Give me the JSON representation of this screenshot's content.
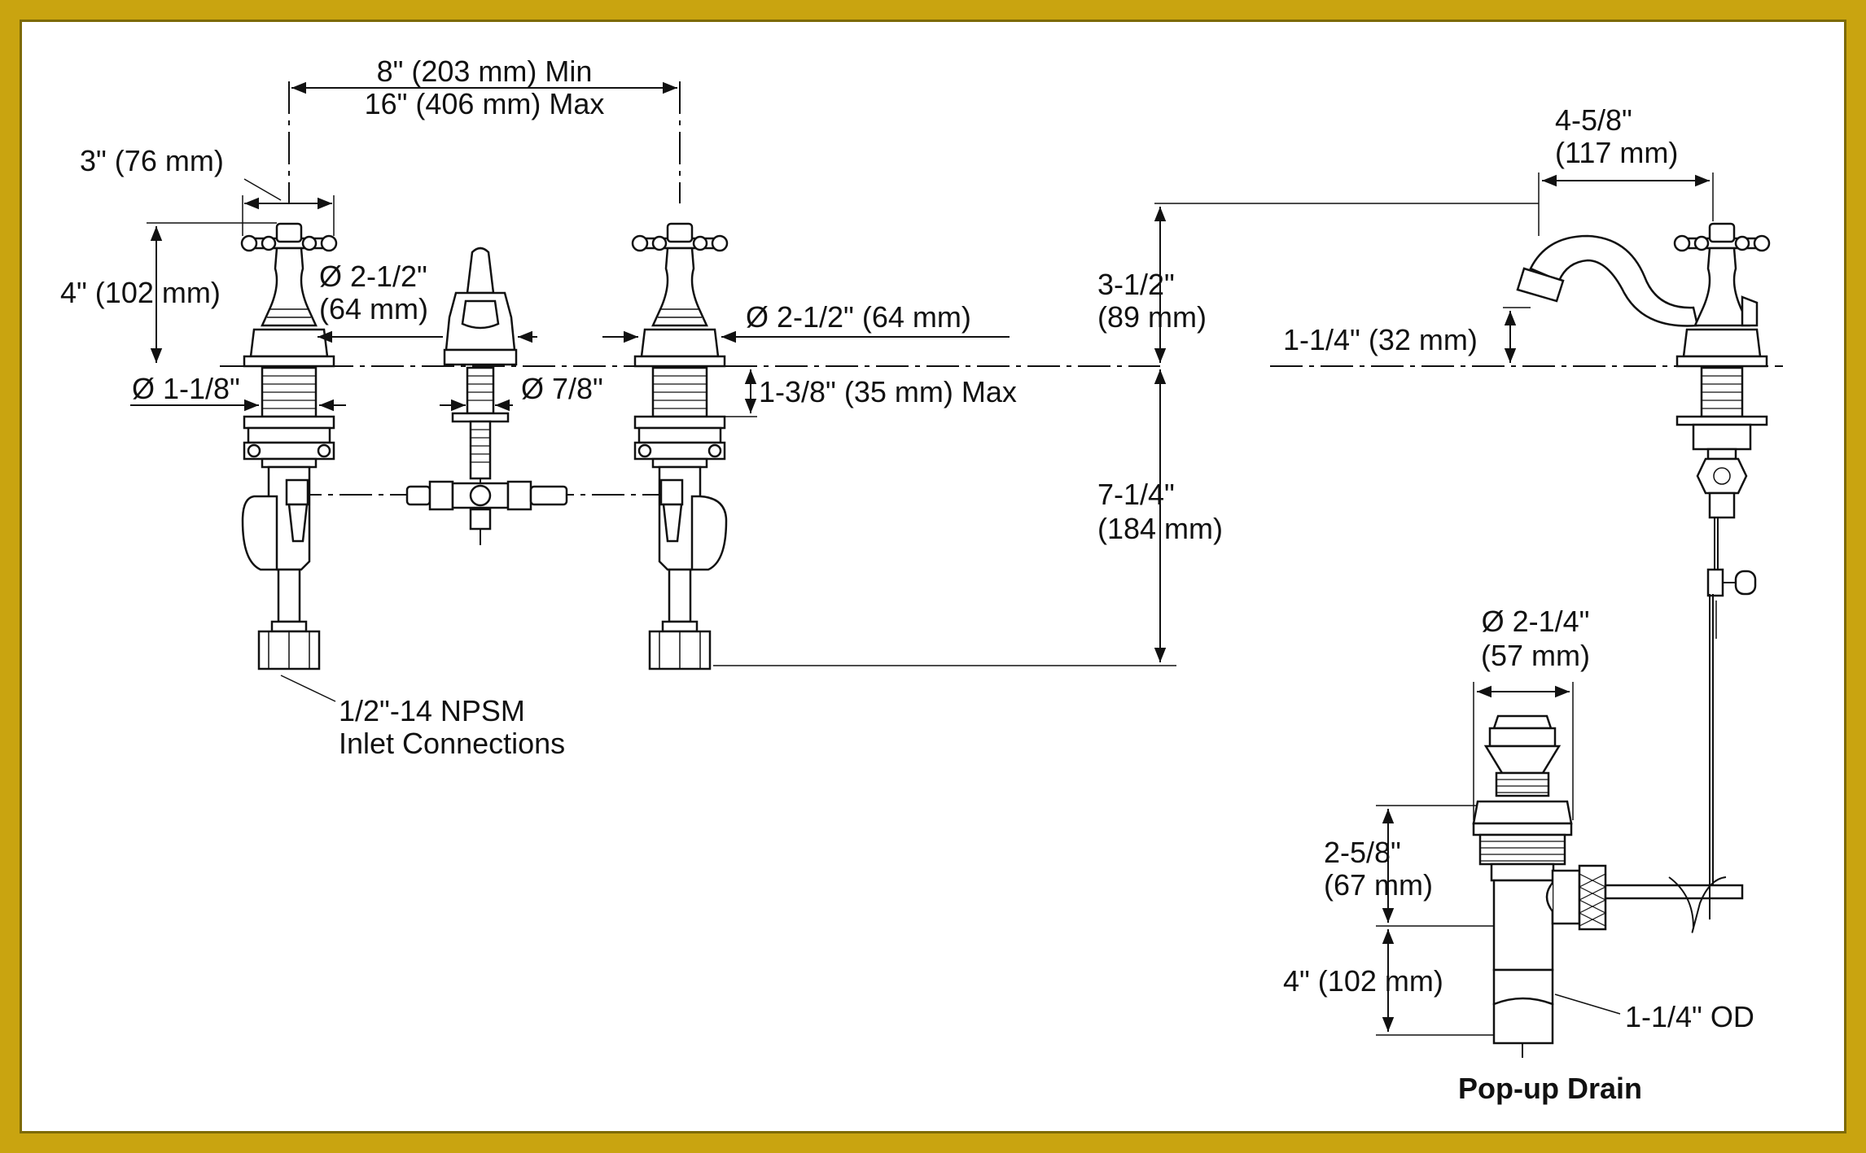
{
  "colors": {
    "frame": "#c9a410",
    "frame_edge": "#7d6a08",
    "ink": "#111111",
    "paper": "#ffffff"
  },
  "labels": {
    "center_min": "8\" (203 mm) Min",
    "center_max": "16\" (406 mm) Max",
    "handle_width": "3\" (76 mm)",
    "handle_height": "4\" (102 mm)",
    "spout_base_dia": "Ø 2-1/2\"",
    "spout_base_dia_mm": "(64 mm)",
    "handle_base_dia": "Ø 2-1/2\" (64 mm)",
    "shank_dia": "Ø 1-1/8\"",
    "spout_shank_dia": "Ø 7/8\"",
    "deck_thickness": "1-3/8\" (35 mm) Max",
    "inlet_line1": "1/2\"-14 NPSM",
    "inlet_line2": "Inlet Connections",
    "spout_reach": "4-5/8\"",
    "spout_reach_mm": "(117 mm)",
    "spout_height": "3-1/2\"",
    "spout_height_mm": "(89 mm)",
    "spout_clearance": "1-1/4\" (32 mm)",
    "below_deck": "7-1/4\"",
    "below_deck_mm": "(184 mm)",
    "drain_dia": "Ø 2-1/4\"",
    "drain_dia_mm": "(57 mm)",
    "drain_body": "2-5/8\"",
    "drain_body_mm": "(67 mm)",
    "tailpiece": "4\" (102 mm)",
    "tailpiece_od": "1-1/4\" OD",
    "drain_title": "Pop-up Drain"
  }
}
